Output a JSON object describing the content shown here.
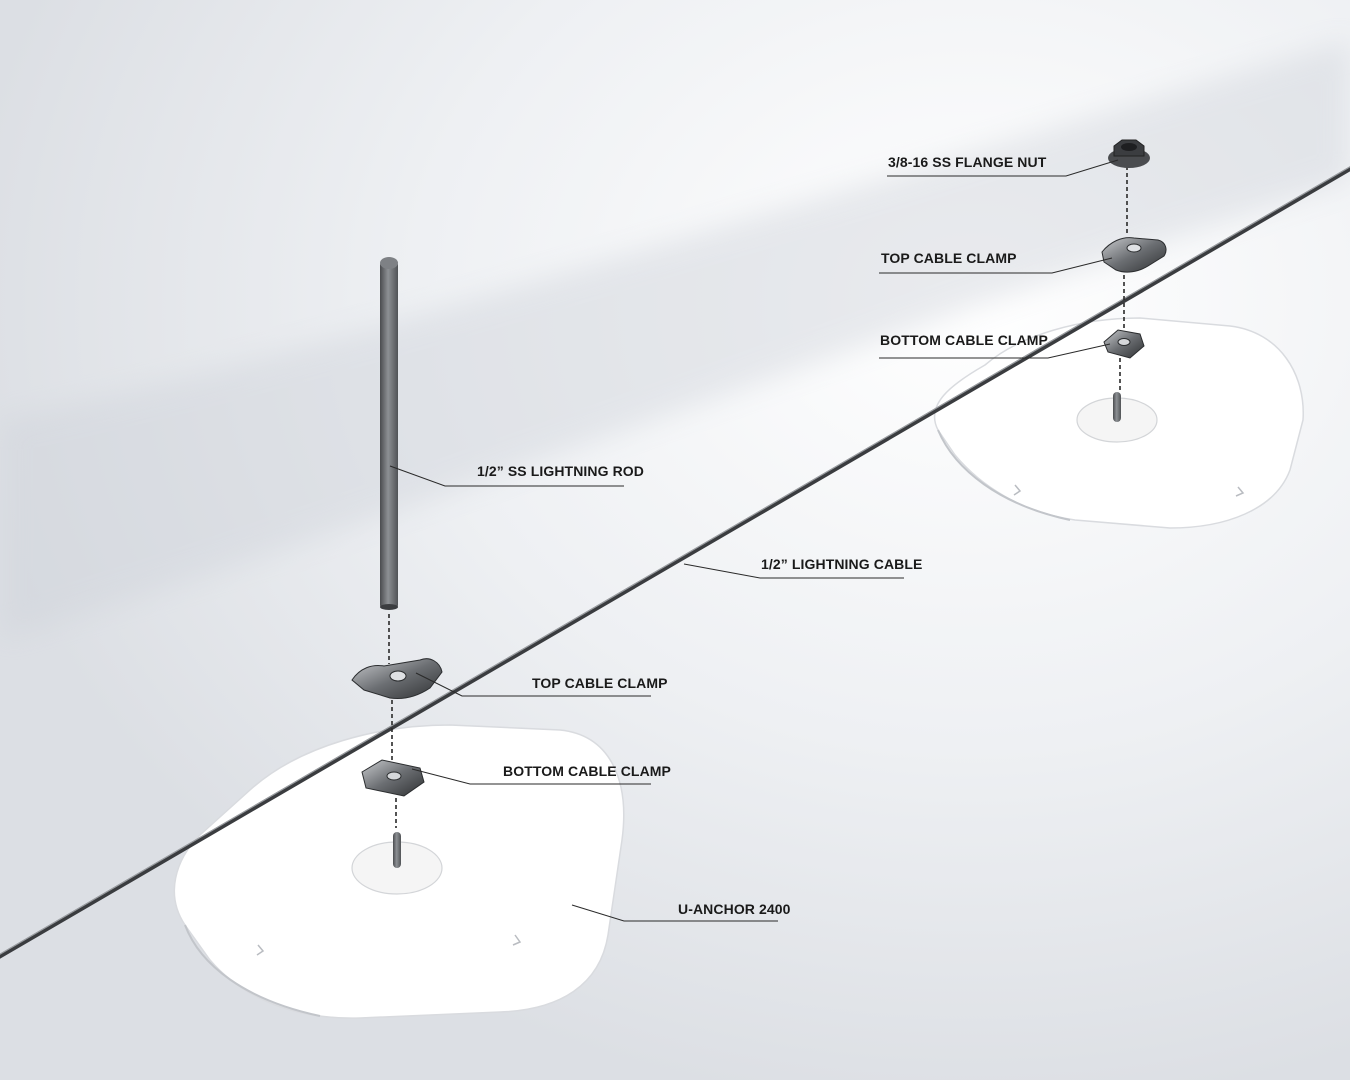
{
  "labels": {
    "flange_nut": "3/8-16 SS FLANGE NUT",
    "top_clamp_right": "TOP CABLE CLAMP",
    "bottom_clamp_right": "BOTTOM CABLE CLAMP",
    "lightning_rod": "1/2” SS LIGHTNING ROD",
    "lightning_cable": "1/2” LIGHTNING CABLE",
    "top_clamp_left": "TOP CABLE CLAMP",
    "bottom_clamp_left": "BOTTOM CABLE CLAMP",
    "u_anchor": "U-ANCHOR 2400"
  },
  "colors": {
    "background": "#ffffff",
    "shadow": "#c9ced6",
    "metal": "#6f7275",
    "anchor_pad": "#ffffff",
    "text": "#1a1a1a"
  }
}
